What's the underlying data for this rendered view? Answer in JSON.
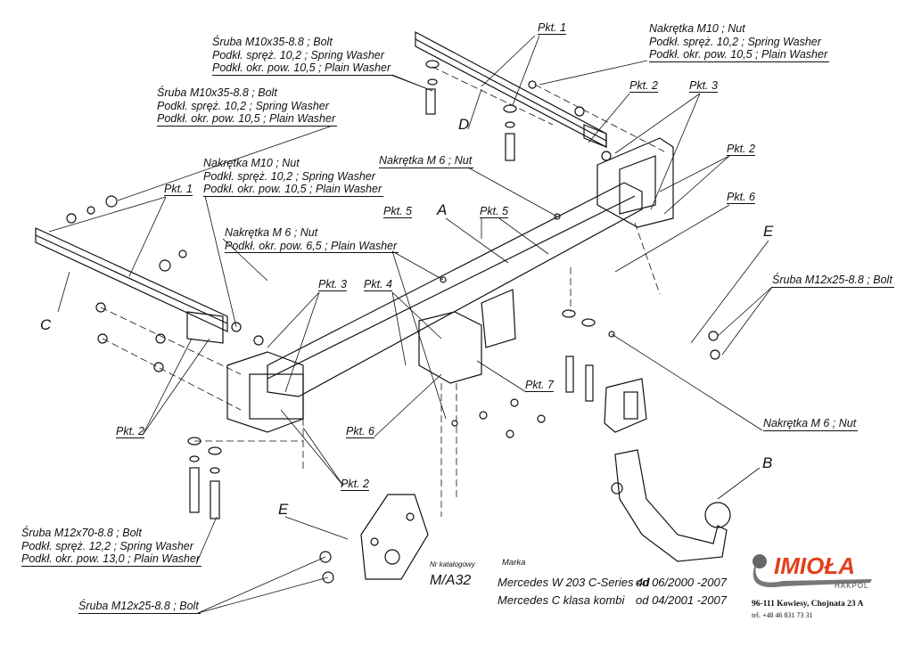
{
  "callouts": {
    "nut_m10_top": [
      "Nakrętka  M10 ; Nut",
      "Podkł. spręż. 10,2 ; Spring Washer",
      "Podkł.  okr. pow. 10,5 ; Plain Washer"
    ],
    "bolt_m10_top": [
      "Śruba M10x35-8.8 ;  Bolt",
      "Podkł. spręż. 10,2 ; Spring Washer",
      "Podkł.  okr. pow. 10,5 ; Plain Washer"
    ],
    "bolt_m10_left": [
      "Śruba M10x35-8.8 ;  Bolt",
      "Podkł. spręż. 10,2 ; Spring Washer",
      "Podkł.  okr. pow. 10,5 ; Plain Washer"
    ],
    "nut_m10_left": [
      "Nakrętka  M10 ; Nut",
      "Podkł. spręż. 10,2 ; Spring Washer",
      "Podkł.  okr. pow. 10,5 ; Plain Washer"
    ],
    "nut_m6_top": "Nakrętka  M 6 ; Nut",
    "nut_m6_washer": [
      "Nakrętka  M 6 ; Nut",
      "Podkł.  okr. pow. 6,5 ; Plain Washer"
    ],
    "bolt_m12x25_right": "Śruba M12x25-8.8 ;  Bolt",
    "nut_m6_right": "Nakrętka  M 6 ; Nut",
    "bolt_m12x70": [
      "Śruba M12x70-8.8 ;  Bolt",
      "Podkł. spręż. 12,2 ; Spring Washer",
      "Podkł.  okr. pow. 13,0 ; Plain Washer"
    ],
    "bolt_m12x25_bottom": "Śruba M12x25-8.8 ;  Bolt"
  },
  "points": {
    "pkt1_top": "Pkt. 1",
    "pkt2_top": "Pkt. 2",
    "pkt3_top": "Pkt. 3",
    "pkt2_right": "Pkt. 2",
    "pkt6_right": "Pkt. 6",
    "pkt1_left": "Pkt. 1",
    "pkt5_a": "Pkt. 5",
    "pkt5_b": "Pkt. 5",
    "pkt3_mid": "Pkt. 3",
    "pkt4": "Pkt. 4",
    "pkt7": "Pkt. 7",
    "pkt2_left": "Pkt. 2",
    "pkt6_mid": "Pkt. 6",
    "pkt2_bottom": "Pkt. 2"
  },
  "letters": {
    "a": "A",
    "b": "B",
    "c": "C",
    "d": "D",
    "e_right": "E",
    "e_left": "E"
  },
  "titleblock": {
    "catalog_label": "Nr katalogowy",
    "brand_label": "Marka",
    "catalog_number": "M/A32",
    "model_1": "Mercedes W 203 C-Series 4d",
    "date_1": "od 06/2000 -2007",
    "model_2": "Mercedes C klasa kombi",
    "date_2": "od 04/2001 -2007"
  },
  "company": {
    "logo_text": "IMIOŁA",
    "logo_sub": "HAKPOL",
    "address": "96-111 Kowiesy, Chojnata 23 A",
    "phone": "tel. +48 46 831 73 31",
    "brand_color": "#e2401c"
  }
}
